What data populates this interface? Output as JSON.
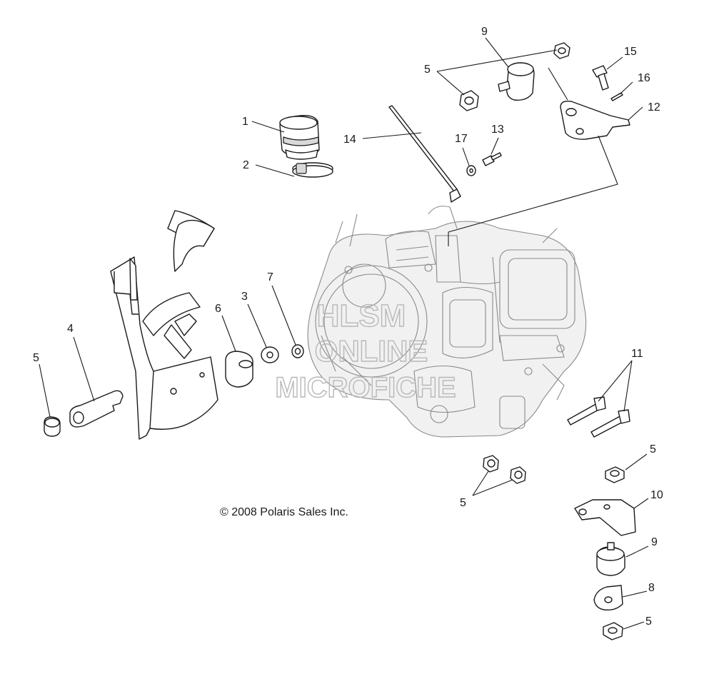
{
  "watermark": {
    "line1": "HLSM",
    "line2": "ONLINE",
    "line3": "MICROFICHE"
  },
  "copyright": "© 2008 Polaris Sales Inc.",
  "callouts": {
    "c1": "1",
    "c2": "2",
    "c3": "3",
    "c4": "4",
    "c5_top": "5",
    "c5_left": "5",
    "c5_mid": "5",
    "c5_right": "5",
    "c5_bottom": "5",
    "c6": "6",
    "c7": "7",
    "c8": "8",
    "c9_top": "9",
    "c9_bottom": "9",
    "c10": "10",
    "c11": "11",
    "c12": "12",
    "c13": "13",
    "c14": "14",
    "c15": "15",
    "c16": "16",
    "c17": "17"
  }
}
